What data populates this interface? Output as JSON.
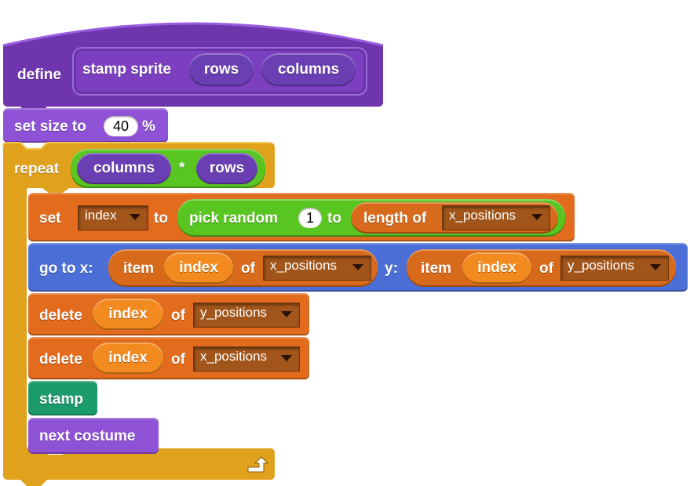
{
  "colors": {
    "define": "#6e35ad",
    "looks": "#8f52d6",
    "control": "#e0a21d",
    "variables": "#e26b1e",
    "motion": "#4b6fd6",
    "pen": "#1b9a6b",
    "operators": "#58c521"
  },
  "define": {
    "keyword": "define",
    "name": "stamp sprite",
    "param1": "rows",
    "param2": "columns"
  },
  "set_size": {
    "label": "set size to",
    "value": "40",
    "suffix": "%"
  },
  "repeat": {
    "label": "repeat",
    "left": "columns",
    "operator": "*",
    "right": "rows",
    "loop_icon": "loop-arrow-icon"
  },
  "set_var": {
    "label": "set",
    "variable": "index",
    "to": "to",
    "pick_random": "pick random",
    "from": "1",
    "to2": "to",
    "length_of": "length of",
    "list": "x_positions"
  },
  "go_to": {
    "label": "go to x:",
    "item1": "item",
    "index1": "index",
    "of1": "of",
    "list1": "x_positions",
    "y_label": "y:",
    "item2": "item",
    "index2": "index",
    "of2": "of",
    "list2": "y_positions"
  },
  "delete1": {
    "label": "delete",
    "index": "index",
    "of": "of",
    "list": "y_positions"
  },
  "delete2": {
    "label": "delete",
    "index": "index",
    "of": "of",
    "list": "x_positions"
  },
  "stamp": {
    "label": "stamp"
  },
  "next_costume": {
    "label": "next costume"
  }
}
